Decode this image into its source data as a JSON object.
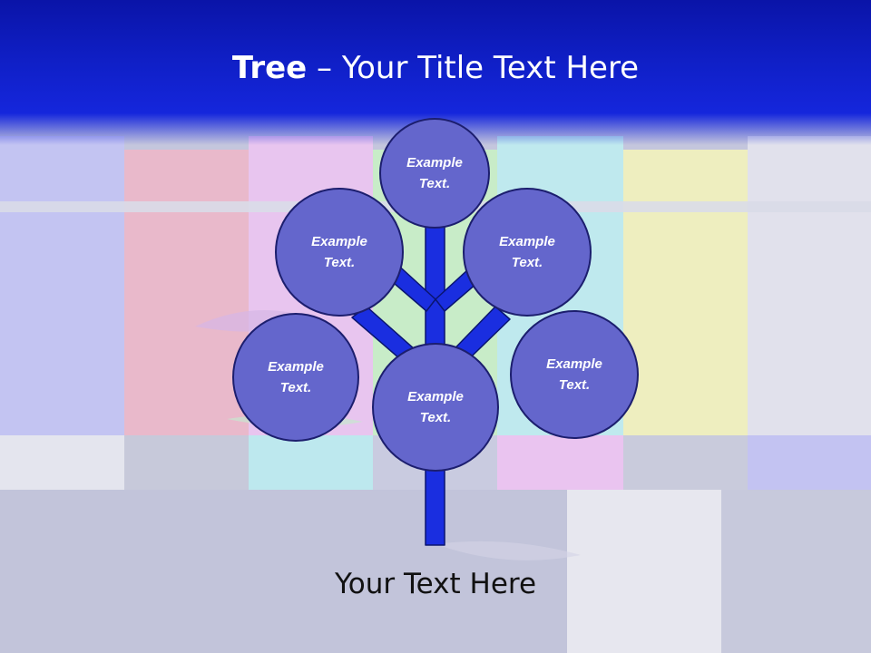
{
  "header": {
    "title_bold": "Tree",
    "title_rest": " – Your Title Text Here"
  },
  "tree": {
    "nodes": [
      {
        "text": "Example\nText."
      },
      {
        "text": "Example\nText."
      },
      {
        "text": "Example\nText."
      },
      {
        "text": "Example\nText."
      },
      {
        "text": "Example\nText."
      },
      {
        "text": "Example\nText."
      }
    ]
  },
  "footer": {
    "caption": "Your Text Here"
  },
  "colors": {
    "title_band": "#1020c8",
    "bubble_fill": "#6466cc",
    "bubble_border": "#1c1e6e",
    "trunk": "#1a2ee0"
  }
}
